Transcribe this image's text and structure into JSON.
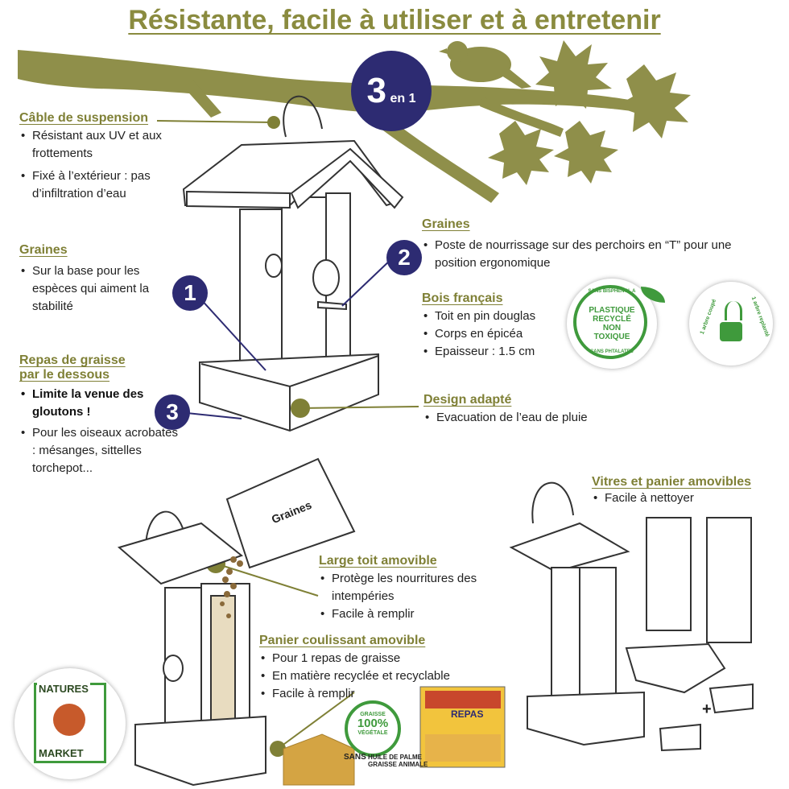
{
  "title": "Résistante, facile à utiliser et à entretenir",
  "badge_3en1": {
    "main": "3",
    "suffix": "en 1"
  },
  "cable": {
    "heading": "Câble de suspension",
    "items": [
      "Résistant aux UV et aux frottements",
      "Fixé à l’extérieur : pas d’infiltration d’eau"
    ]
  },
  "graines_left": {
    "heading": "Graines",
    "items": [
      "Sur la base pour les espèces qui aiment la stabilité"
    ]
  },
  "repas": {
    "heading_1": "Repas de graisse",
    "heading_2": "par le dessous",
    "items": [
      "Limite la venue des gloutons !",
      "Pour les oiseaux acrobates : mésanges, sittelles torchepot..."
    ]
  },
  "graines_right": {
    "heading": "Graines",
    "items": [
      "Poste de nourrissage sur des perchoirs en “T” pour une position ergonomique"
    ]
  },
  "bois": {
    "heading": "Bois français",
    "items": [
      "Toit en pin douglas",
      "Corps en épicéa",
      "Epaisseur : 1.5 cm"
    ]
  },
  "design": {
    "heading": "Design adapté",
    "items": [
      "Evacuation de l’eau de pluie"
    ]
  },
  "vitres": {
    "heading": "Vitres et panier amovibles",
    "items": [
      "Facile à nettoyer"
    ]
  },
  "toit": {
    "heading": "Large toit amovible",
    "items": [
      "Protège les nourritures des intempéries",
      "Facile à remplir"
    ]
  },
  "panier": {
    "heading": "Panier coulissant amovible",
    "items": [
      "Pour 1 repas de graisse",
      "En matière recyclée et recyclable",
      "Facile à remplir"
    ]
  },
  "numbers": [
    "1",
    "2",
    "3"
  ],
  "bag_label": "Graines",
  "plastique_badge": {
    "top": "SANS BISPHENOL A",
    "l1": "PLASTIQUE",
    "l2": "RECYCLÉ",
    "l3": "NON",
    "l4": "TOXIQUE",
    "bottom": "SANS PHTALATES"
  },
  "arbre_badge": {
    "left": "1 arbre coupé",
    "right": "1 arbre replanté"
  },
  "graisse_badge": {
    "l1": "GRAISSE",
    "l2": "100%",
    "l3": "VÉGÉTALE"
  },
  "sans_text": {
    "sans": "SANS",
    "l1": "HUILE DE PALME",
    "l2": "GRAISSE ANIMALE"
  },
  "repas_box": {
    "title": "REPAS"
  },
  "brand": {
    "l1": "NATURES",
    "l2": "MARKET"
  },
  "plus": "+",
  "colors": {
    "olive": "#7f8036",
    "branch": "#8f8f4a",
    "navy": "#2d2b72",
    "green": "#3f9a3c"
  }
}
